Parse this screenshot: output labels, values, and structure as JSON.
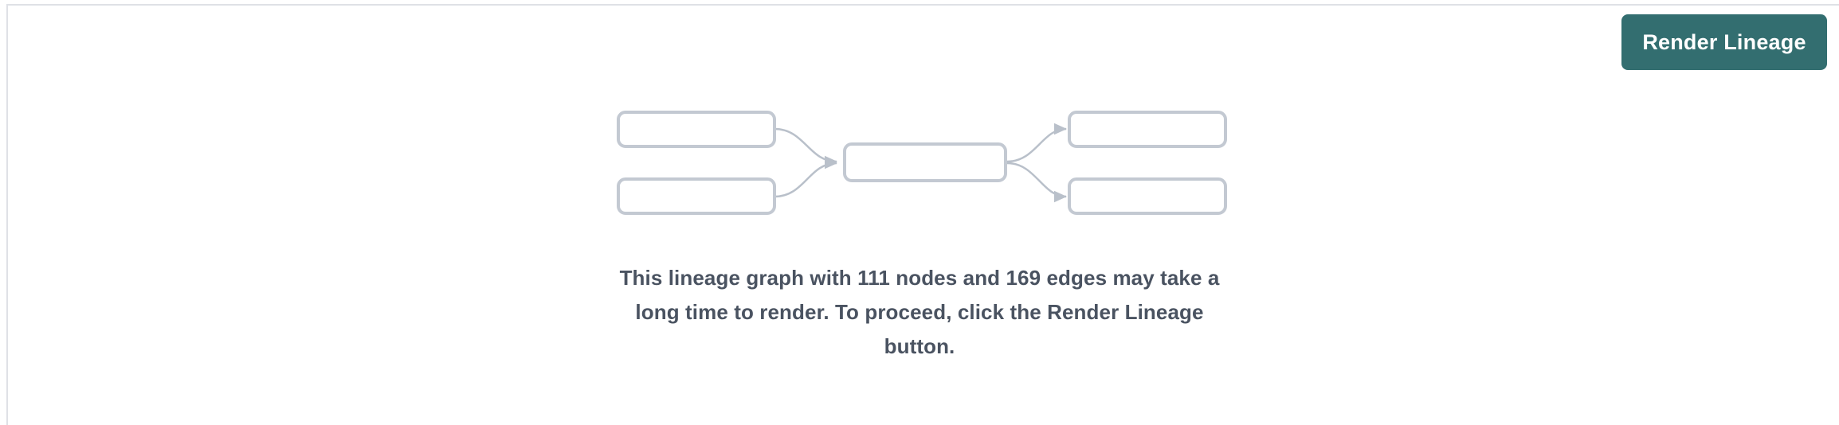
{
  "panel": {
    "background": "#ffffff",
    "border_color": "#dfe1e6"
  },
  "toolbar": {
    "render_button_label": "Render Lineage",
    "render_button_color": "#336e70",
    "render_button_text_color": "#ffffff"
  },
  "placeholder_graph": {
    "node_border_color": "#c3c9d2",
    "node_fill_color": "#ffffff",
    "edge_color": "#b9c0ca",
    "nodes": [
      {
        "id": "source-1",
        "label": "",
        "column": "left"
      },
      {
        "id": "source-2",
        "label": "",
        "column": "left"
      },
      {
        "id": "center-1",
        "label": "",
        "column": "center"
      },
      {
        "id": "target-1",
        "label": "",
        "column": "right"
      },
      {
        "id": "target-2",
        "label": "",
        "column": "right"
      }
    ],
    "edges": [
      {
        "from": "source-1",
        "to": "center-1"
      },
      {
        "from": "source-2",
        "to": "center-1"
      },
      {
        "from": "center-1",
        "to": "target-1"
      },
      {
        "from": "center-1",
        "to": "target-2"
      }
    ]
  },
  "message": {
    "text": "This lineage graph with 111 nodes and 169 edges may take a long time to render. To proceed, click the Render Lineage button.",
    "node_count": 111,
    "edge_count": 169,
    "text_color": "#4a5361"
  }
}
